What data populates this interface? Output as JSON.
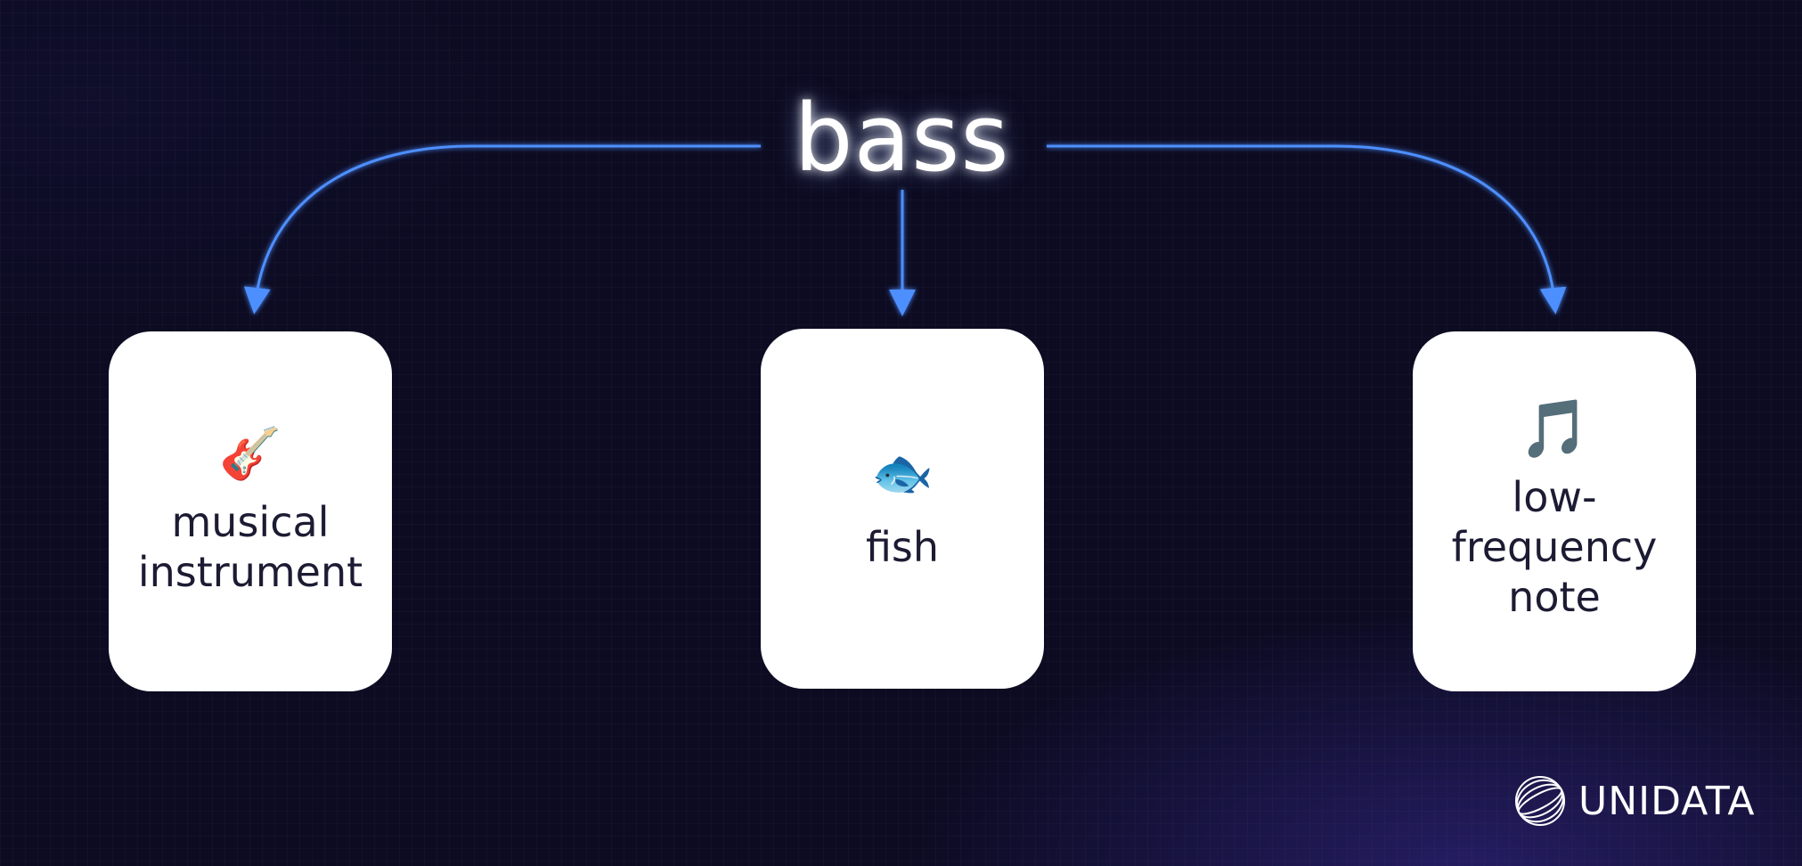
{
  "title": "bass",
  "meanings": [
    {
      "icon": "🎸",
      "icon_name": "bass-guitar-icon",
      "label": "musical instrument"
    },
    {
      "icon": "🐟",
      "icon_name": "fish-icon",
      "label": "fish"
    },
    {
      "icon": "🎵",
      "icon_name": "music-note-icon",
      "label": "low-frequency note"
    }
  ],
  "brand": {
    "name": "UNIDATA"
  },
  "colors": {
    "arrow": "#4d8fff",
    "background": "#0c0b22",
    "card": "#ffffff",
    "card_text": "#1c1b33"
  }
}
